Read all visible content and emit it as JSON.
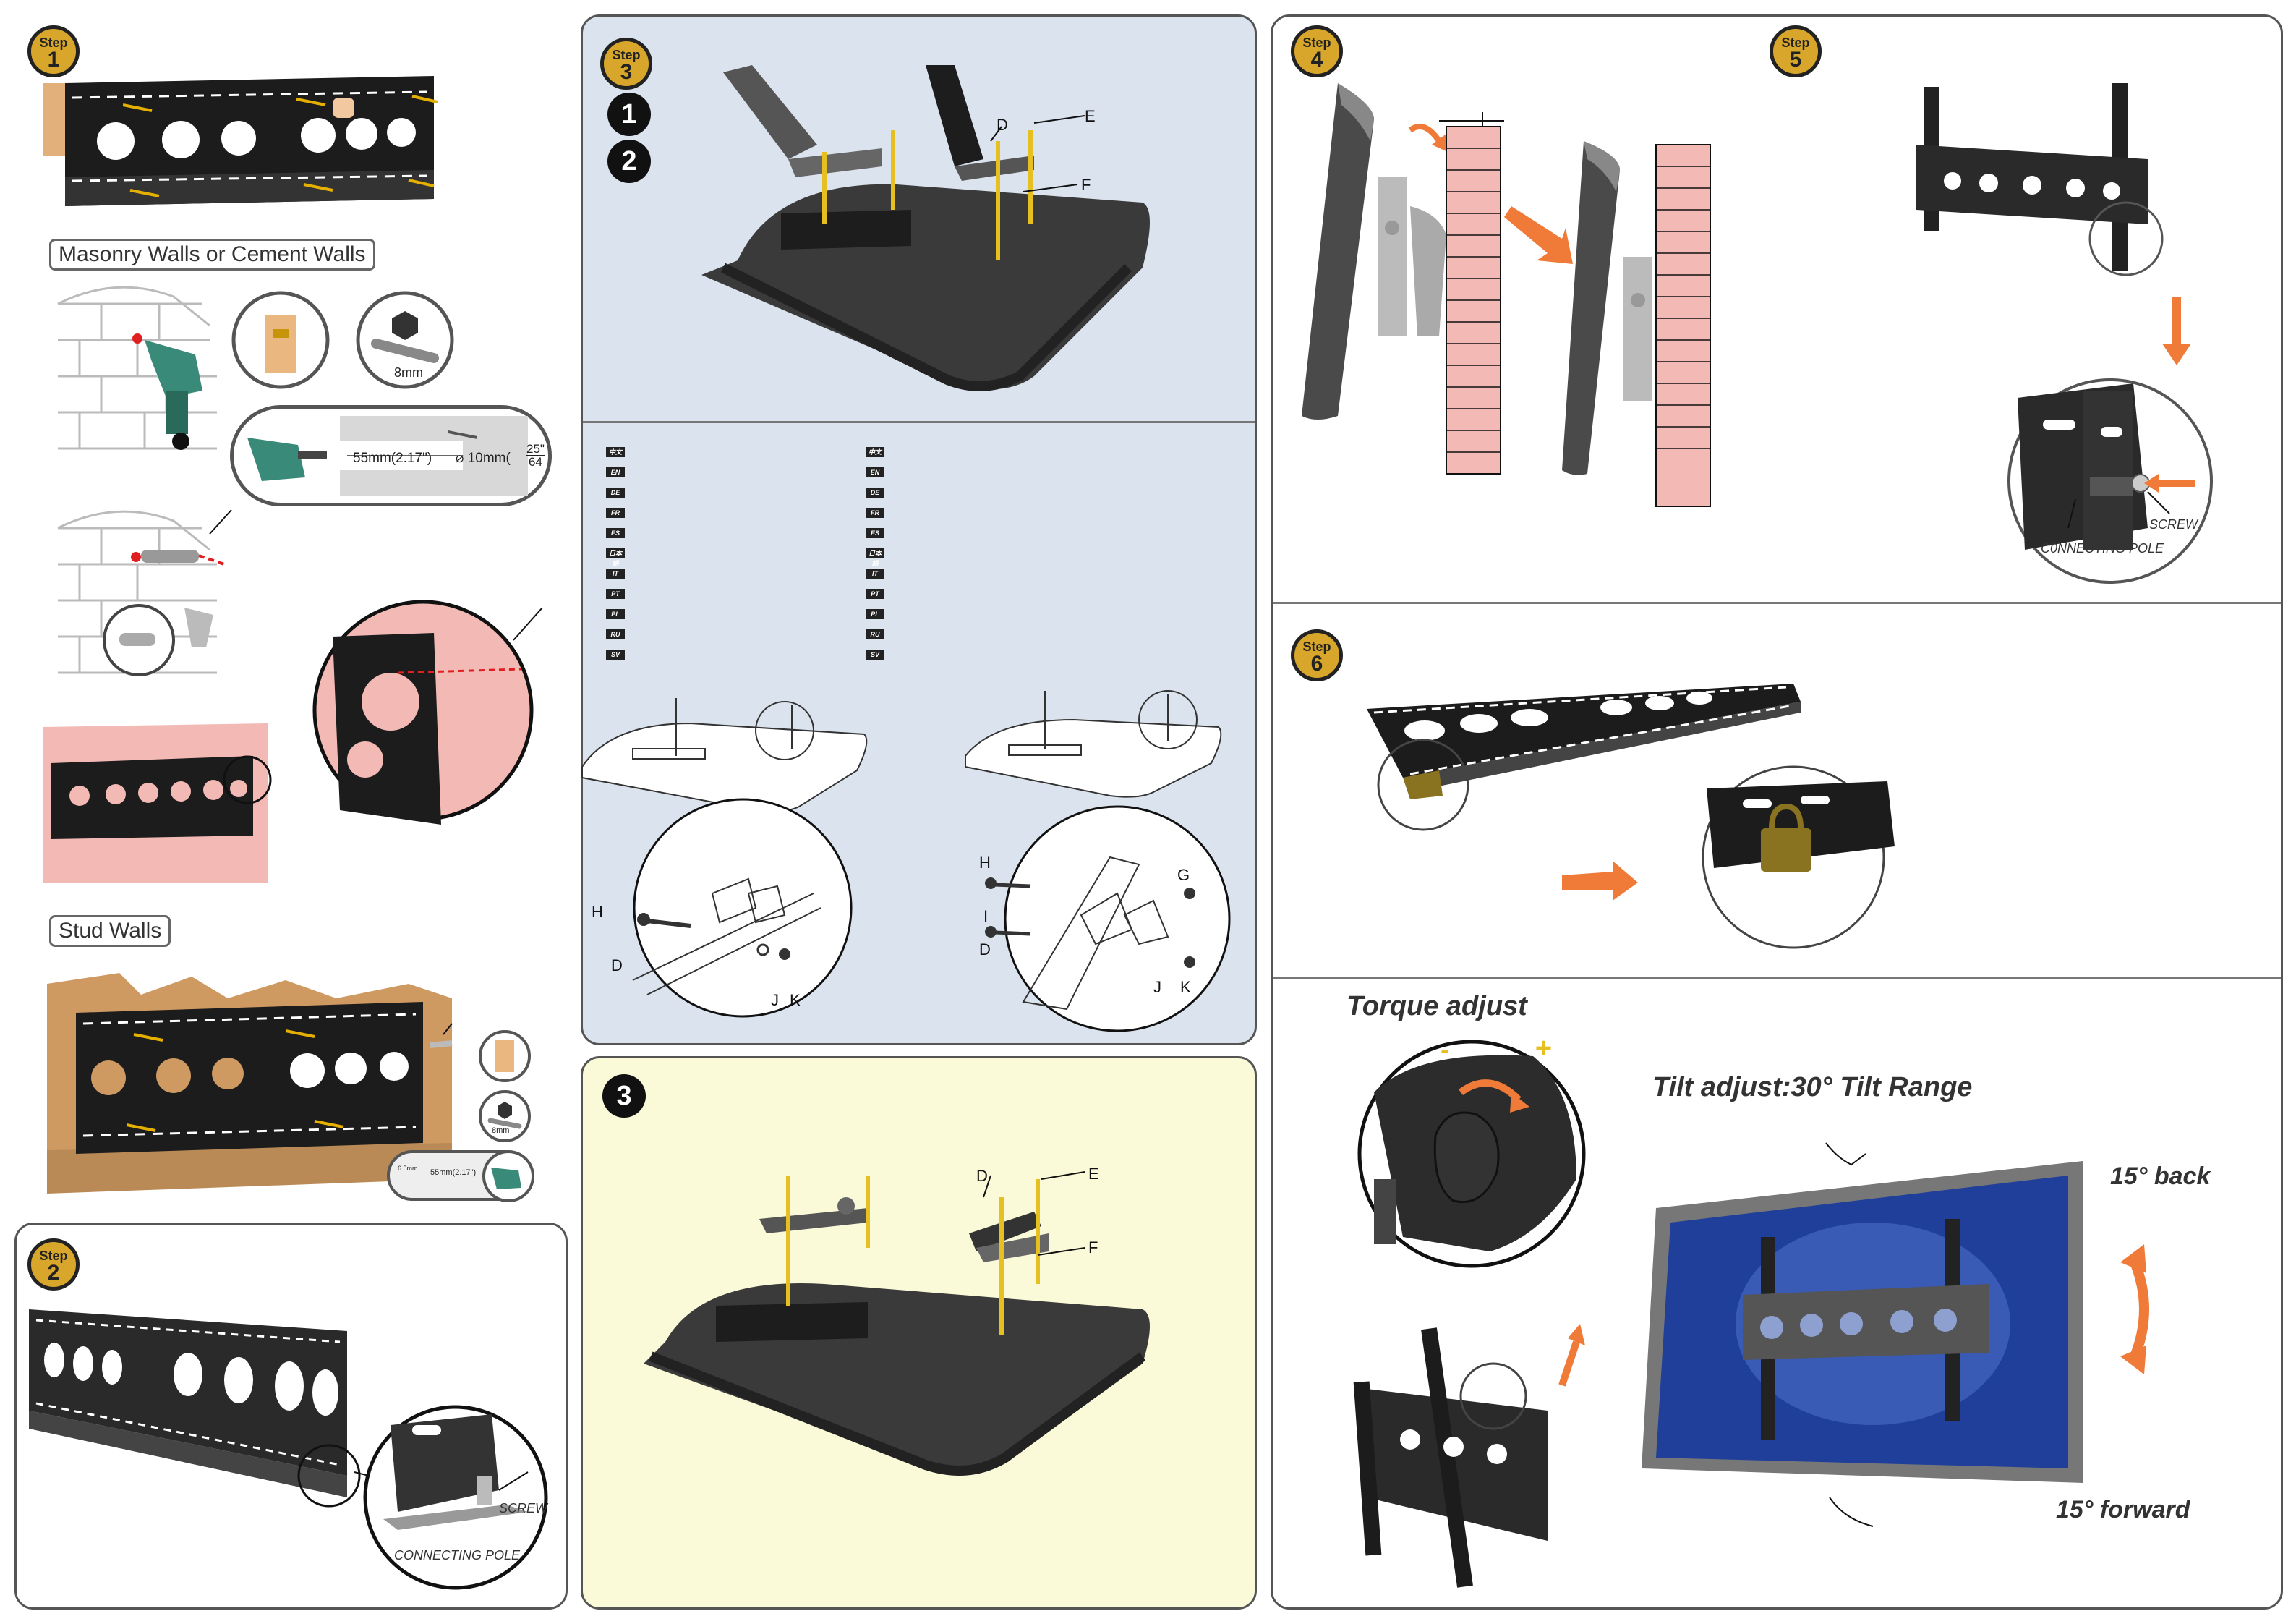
{
  "steps": {
    "s1": {
      "word": "Step",
      "num": "1"
    },
    "s2": {
      "word": "Step",
      "num": "2"
    },
    "s3": {
      "word": "Step",
      "num": "3"
    },
    "s4": {
      "word": "Step",
      "num": "4"
    },
    "s5": {
      "word": "Step",
      "num": "5"
    },
    "s6": {
      "word": "Step",
      "num": "6"
    }
  },
  "col1": {
    "masonry_label": "Masonry Walls or Cement Walls",
    "stud_label": "Stud Walls",
    "drill_bit_size": "8mm",
    "depth": "55mm(2.17\")",
    "bit_diam": "10mm",
    "frac_num": "25\"",
    "frac_den": "64",
    "stud_bit": "8mm",
    "stud_depth": "55mm(2.17\")",
    "stud_diam": "6.5mm"
  },
  "step2": {
    "screw": "SCREW",
    "pole": "CONNECTING POLE"
  },
  "step3": {
    "opt1": "1",
    "opt2": "2",
    "opt3": "3",
    "labels": {
      "D": "D",
      "E": "E",
      "F": "F",
      "G": "G",
      "H": "H",
      "I": "I",
      "J": "J",
      "K": "K"
    },
    "langs_left": [
      "中文",
      "EN",
      "DE",
      "FR",
      "ES",
      "日本語",
      "IT",
      "PT",
      "PL",
      "RU",
      "SV"
    ],
    "langs_right": [
      "中文",
      "EN",
      "DE",
      "FR",
      "ES",
      "日本語",
      "IT",
      "PT",
      "PL",
      "RU",
      "SV"
    ]
  },
  "step5": {
    "screw": "SCREW",
    "pole": "C0NNECTING POLE"
  },
  "step7": {
    "torque": "Torque adjust",
    "minus": "-",
    "plus": "+",
    "tilt": "Tilt adjust:30° Tilt Range",
    "back": "15° back",
    "forward": "15° forward"
  },
  "colors": {
    "step_badge": "#d7a62a",
    "panel_blue": "#dbe3ee",
    "panel_yellow": "#fafad9",
    "arrow_orange": "#f07a38",
    "brick": "#f3b9b5",
    "screen_blue": "#1f3f9a"
  }
}
